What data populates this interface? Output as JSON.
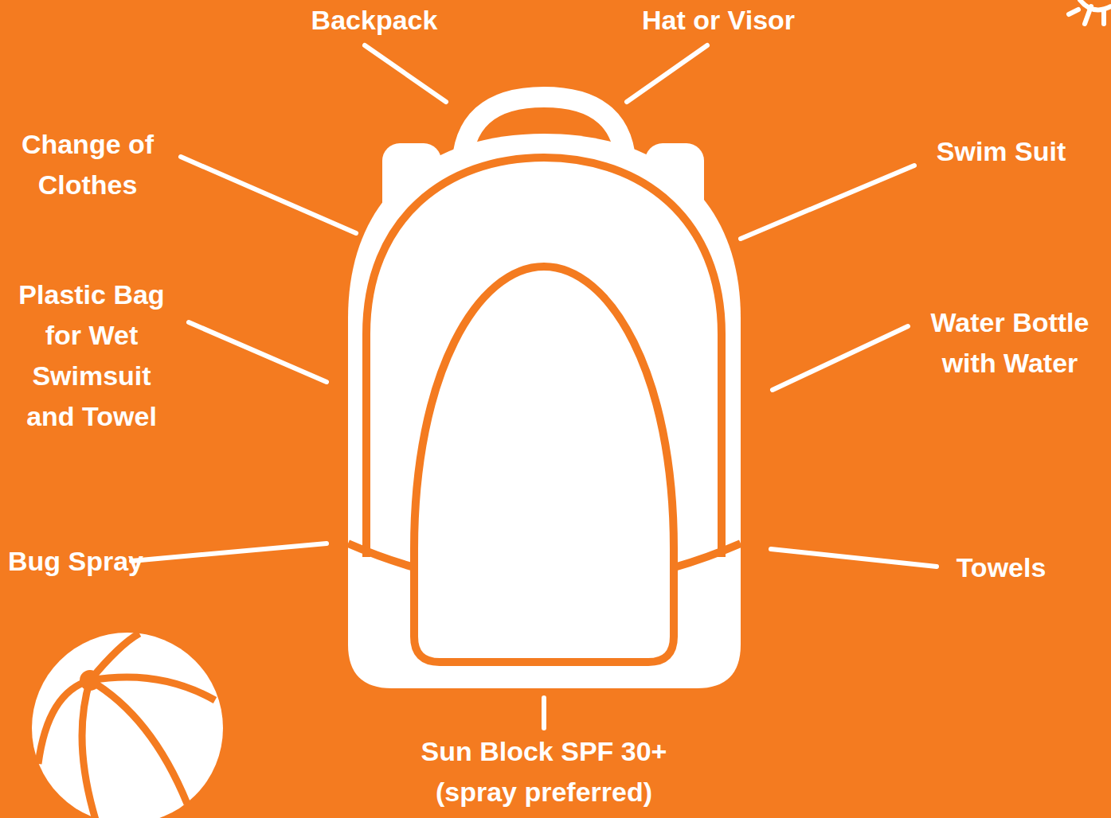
{
  "diagram": {
    "labels": [
      "Backpack",
      "Hat or Visor",
      "Change of Clothes",
      "Swim Suit",
      "Plastic Bag for Wet Swimsuit and Towel",
      "Water Bottle with Water",
      "Bug Spray",
      "Towels",
      "Sun Block SPF 30+ (spray preferred)"
    ]
  }
}
